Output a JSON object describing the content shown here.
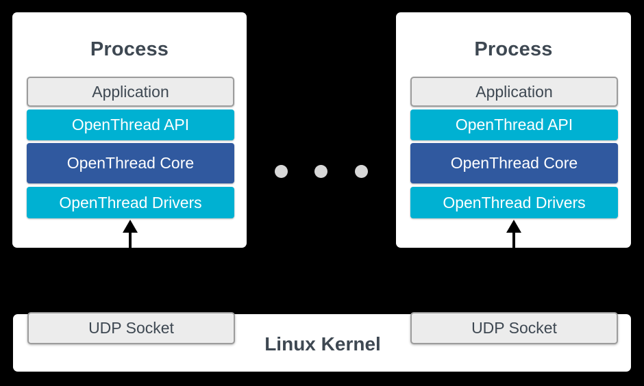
{
  "diagram": {
    "description": "OpenThread POSIX architecture diagram: two processes over the Linux Kernel via UDP sockets",
    "background_color": "#000000",
    "colors": {
      "cyan_layer": "#00b1d2",
      "dark_blue_layer": "#30599f",
      "gray_box_fill": "#ececec",
      "gray_box_border": "#9c9c9c",
      "card_background": "#ffffff",
      "dark_text": "#3e4852",
      "light_text": "#ffffff",
      "ellipsis_dot": "#d8d8d8",
      "arrow": "#000000"
    },
    "processes": [
      {
        "title": "Process",
        "layers": [
          {
            "label": "Application"
          },
          {
            "label": "OpenThread API"
          },
          {
            "label": "OpenThread Core"
          },
          {
            "label": "OpenThread Drivers"
          }
        ]
      },
      {
        "title": "Process",
        "layers": [
          {
            "label": "Application"
          },
          {
            "label": "OpenThread API"
          },
          {
            "label": "OpenThread Core"
          },
          {
            "label": "OpenThread Drivers"
          }
        ]
      }
    ],
    "ellipsis": {
      "dot_count": 3
    },
    "kernel": {
      "label": "Linux Kernel",
      "sockets": [
        {
          "label": "UDP Socket"
        },
        {
          "label": "UDP Socket"
        }
      ]
    }
  }
}
